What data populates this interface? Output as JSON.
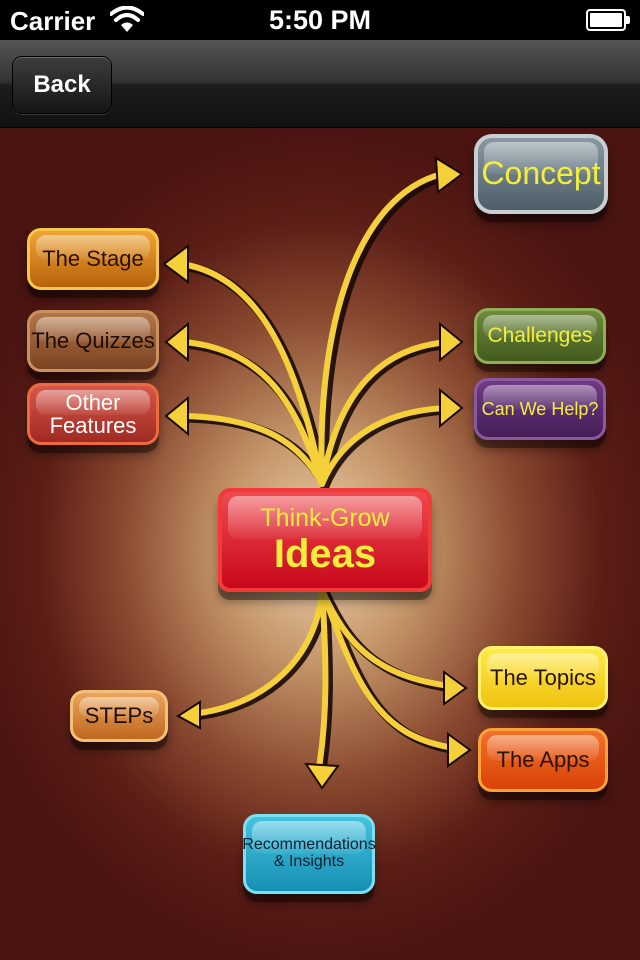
{
  "status_bar": {
    "carrier": "Carrier",
    "time": "5:50 PM",
    "wifi_icon": "wifi-icon",
    "battery_icon": "battery-icon",
    "battery_level": 1.0
  },
  "nav_bar": {
    "back_label": "Back"
  },
  "mind_map": {
    "center": {
      "line1": "Think-Grow",
      "line2": "Ideas"
    },
    "nodes": {
      "concept": "Concept",
      "the_stage": "The Stage",
      "the_quizzes": "The Quizzes",
      "other_features_line1": "Other",
      "other_features_line2": "Features",
      "challenges": "Challenges",
      "can_we_help": "Can We Help?",
      "the_topics": "The Topics",
      "the_apps": "The Apps",
      "steps": "STEPs",
      "recommendations_line1": "Recommendations",
      "recommendations_line2": "& Insights"
    },
    "colors": {
      "label_yellow": "#f3ee3c",
      "arrow_yellow": "#f6d03a",
      "center_red": "#d81420"
    }
  }
}
